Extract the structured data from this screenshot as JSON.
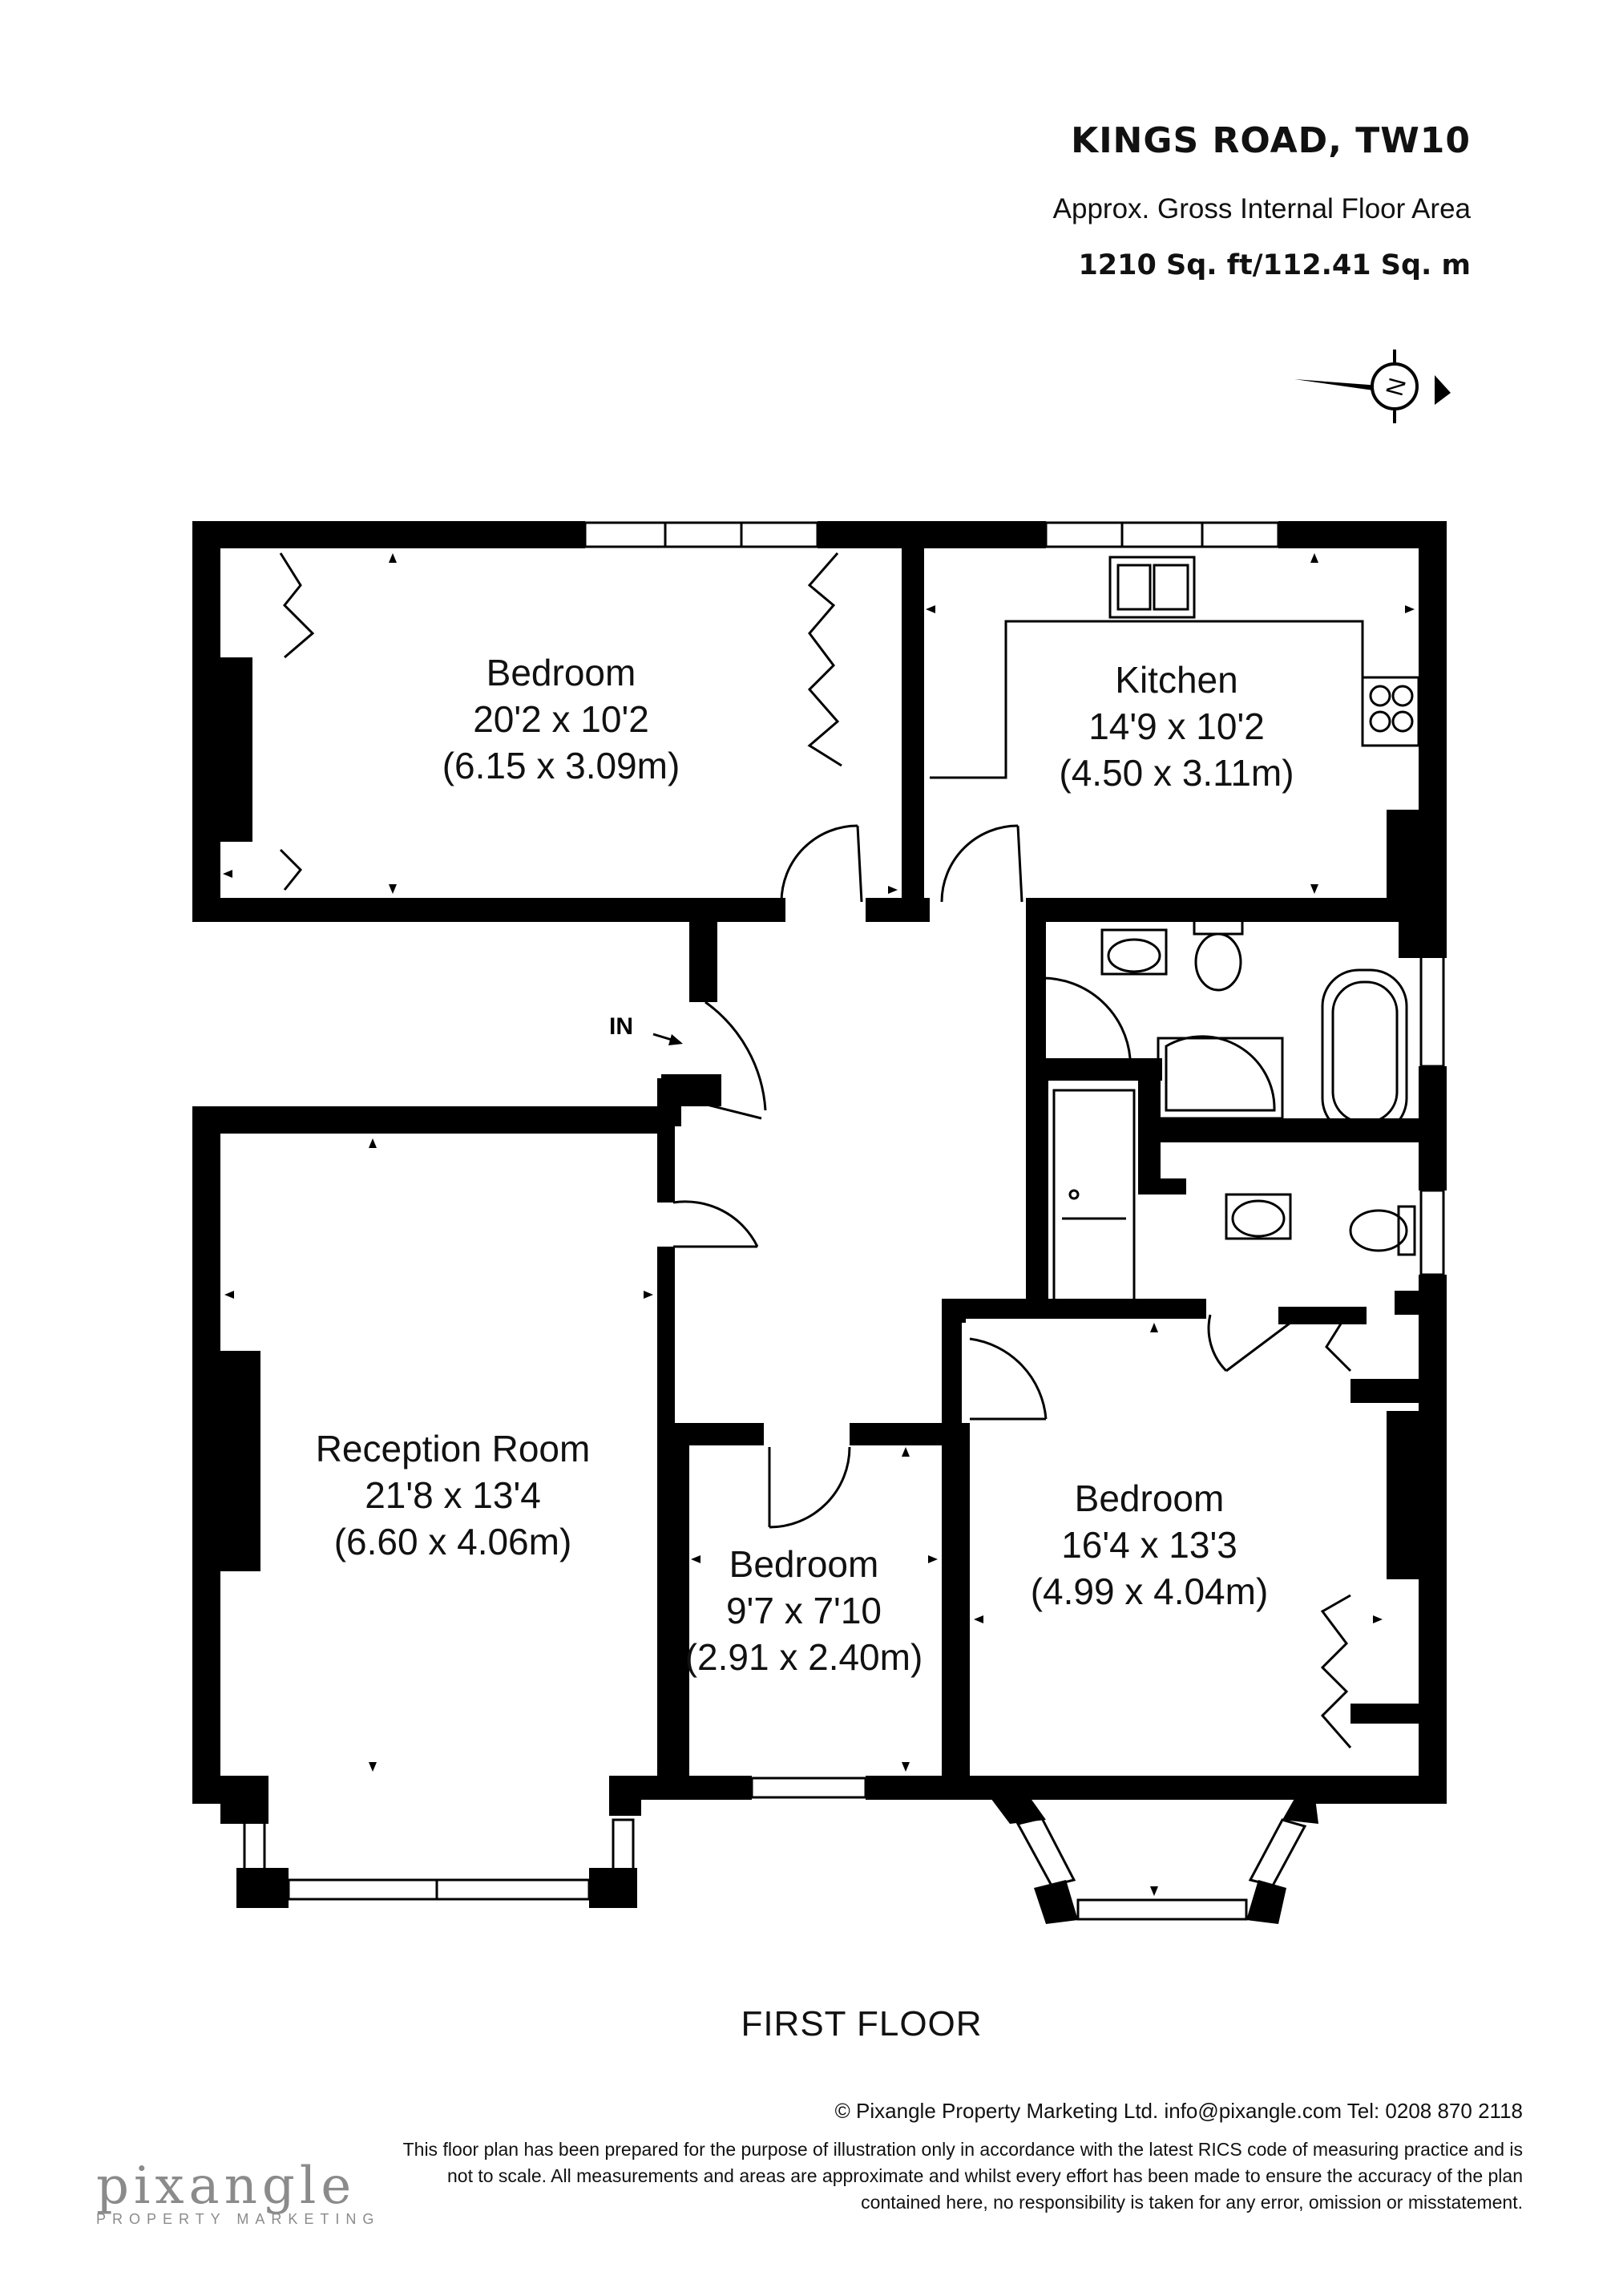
{
  "header": {
    "title": "KINGS ROAD, TW10",
    "subtitle": "Approx. Gross Internal Floor Area",
    "area": "1210 Sq. ft/112.41 Sq. m"
  },
  "compass": {
    "label": "N"
  },
  "entrance_label": "IN",
  "rooms": {
    "bedroom_1": {
      "name": "Bedroom",
      "imperial": "20'2 x 10'2",
      "metric": "(6.15 x 3.09m)"
    },
    "kitchen": {
      "name": "Kitchen",
      "imperial": "14'9 x 10'2",
      "metric": "(4.50 x 3.11m)"
    },
    "reception": {
      "name": "Reception Room",
      "imperial": "21'8 x 13'4",
      "metric": "(6.60 x 4.06m)"
    },
    "bedroom_2": {
      "name": "Bedroom",
      "imperial": "9'7 x 7'10",
      "metric": "(2.91 x 2.40m)"
    },
    "bedroom_3": {
      "name": "Bedroom",
      "imperial": "16'4 x 13'3",
      "metric": "(4.99 x 4.04m)"
    }
  },
  "floor_label": "FIRST FLOOR",
  "footer": {
    "copyright": "© Pixangle Property Marketing Ltd. info@pixangle.com Tel: 0208 870 2118",
    "disclaimer_1": "This floor plan has been prepared for the purpose of illustration only in accordance with the latest RICS code of measuring practice and is",
    "disclaimer_2": "not to scale. All measurements and areas are approximate and whilst every effort has been made to ensure the accuracy of the plan",
    "disclaimer_3": "contained here, no responsibility is taken for any error, omission or misstatement."
  },
  "logo": {
    "main": "pixangle",
    "sub": "PROPERTY MARKETING"
  },
  "colors": {
    "wall": "#000000",
    "fixture": "#222222",
    "logo": "#8b8b8b"
  }
}
